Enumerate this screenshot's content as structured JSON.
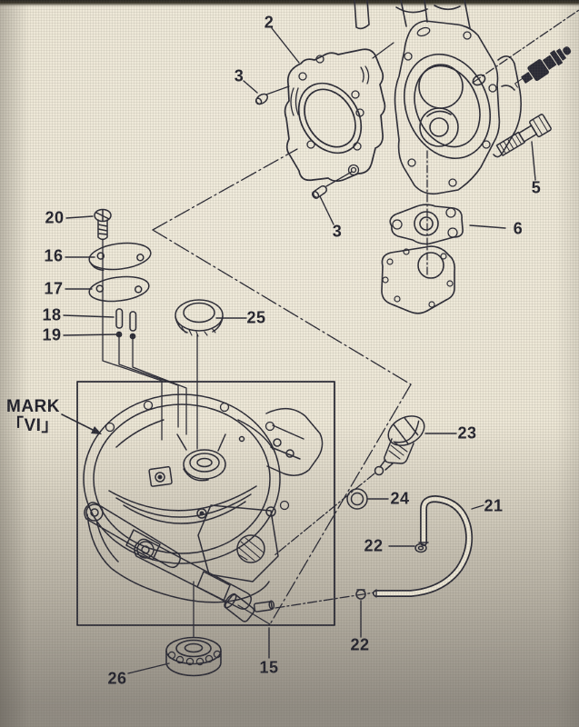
{
  "figure": {
    "title": "Outboard engine crankcase and cylinder exploded parts diagram",
    "mark": {
      "line1": "MARK",
      "line2": "「VI」"
    },
    "callouts": [
      {
        "part": "2",
        "text": "2"
      },
      {
        "part": "3",
        "text": "3"
      },
      {
        "part": "3",
        "text": "3"
      },
      {
        "part": "5",
        "text": "5"
      },
      {
        "part": "6",
        "text": "6"
      },
      {
        "part": "20",
        "text": "20"
      },
      {
        "part": "16",
        "text": "16"
      },
      {
        "part": "17",
        "text": "17"
      },
      {
        "part": "18",
        "text": "18"
      },
      {
        "part": "19",
        "text": "19"
      },
      {
        "part": "25",
        "text": "25"
      },
      {
        "part": "23",
        "text": "23"
      },
      {
        "part": "24",
        "text": "24"
      },
      {
        "part": "21",
        "text": "21"
      },
      {
        "part": "22",
        "text": "22"
      },
      {
        "part": "22",
        "text": "22"
      },
      {
        "part": "15",
        "text": "15"
      },
      {
        "part": "26",
        "text": "26"
      }
    ],
    "colors": {
      "ink": "#2b2b36",
      "paper": "#ece6d5",
      "shadow": "#8f8a82"
    }
  }
}
